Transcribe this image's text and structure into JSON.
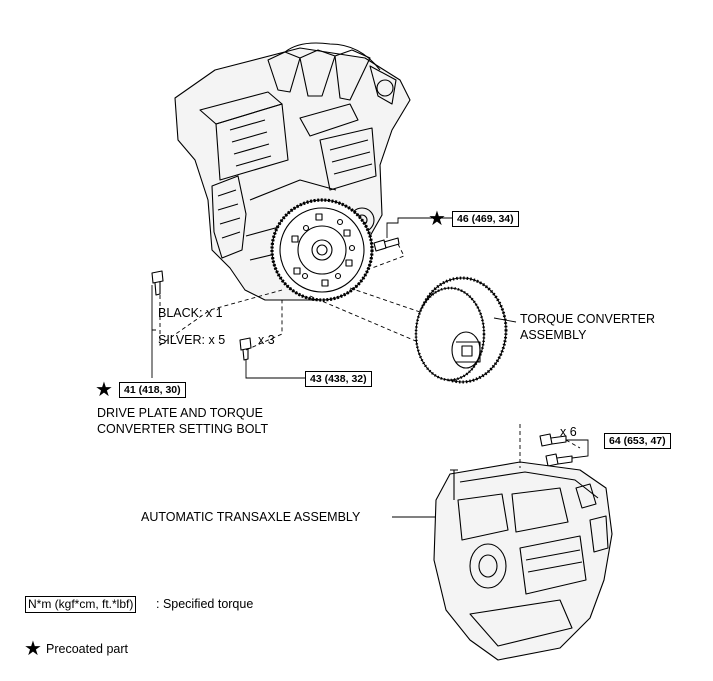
{
  "labels": {
    "black": "BLACK: x 1",
    "silver": "SILVER: x 5",
    "x3": "x 3",
    "x6": "x 6",
    "torque_converter_l1": "TORQUE CONVERTER",
    "torque_converter_l2": "ASSEMBLY",
    "drive_plate_l1": "DRIVE PLATE AND TORQUE",
    "drive_plate_l2": "CONVERTER SETTING BOLT",
    "automatic_transaxle": "AUTOMATIC TRANSAXLE ASSEMBLY"
  },
  "torques": {
    "t46": "46 (469, 34)",
    "t41": "41 (418, 30)",
    "t43": "43 (438, 32)",
    "t64": "64 (653, 47)"
  },
  "legend": {
    "unit": "N*m (kgf*cm, ft.*lbf)",
    "unit_desc": ": Specified torque",
    "precoated": "Precoated part"
  },
  "icons": {
    "precoat": "star-icon"
  }
}
